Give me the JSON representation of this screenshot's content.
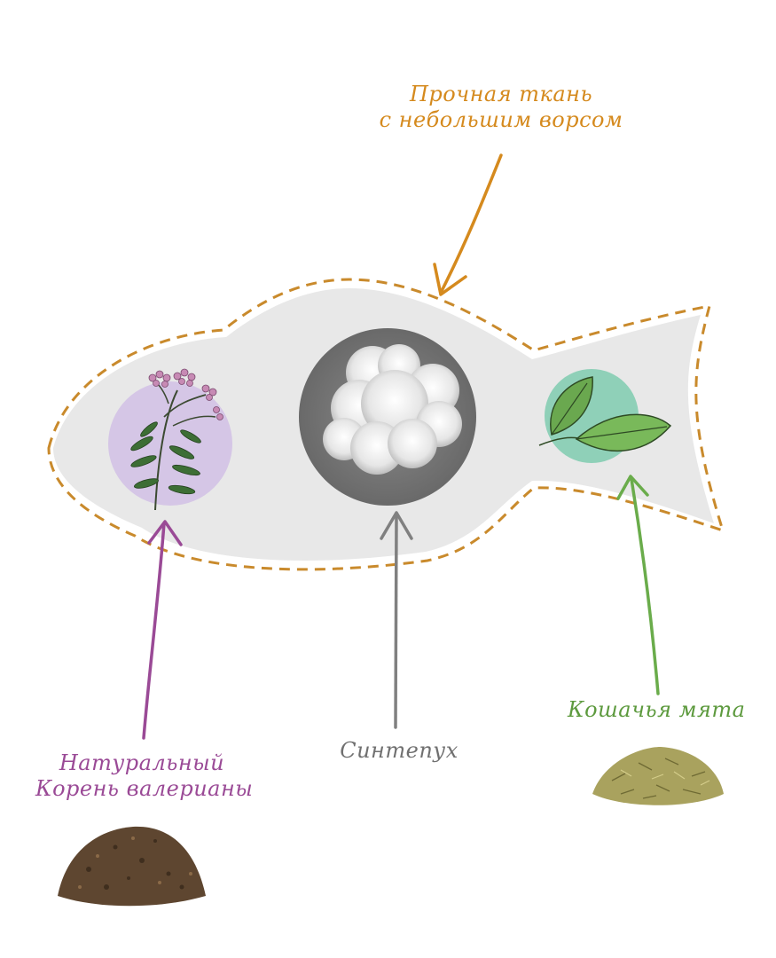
{
  "labels": {
    "fabric": {
      "line1": "Прочная ткань",
      "line2": "с небольшим ворсом",
      "color": "#d58a1e"
    },
    "valerian": {
      "line1": "Натуральный",
      "line2": "Корень валерианы",
      "color": "#9a4a96"
    },
    "filler": {
      "text": "Синтепух",
      "color": "#707070"
    },
    "catnip": {
      "text": "Кошачья мята",
      "color": "#5d9a3e"
    }
  },
  "icons": {
    "fish": "fish-outline-icon",
    "valerian": "valerian-flower-icon",
    "cloud": "cloud-icon",
    "mint": "mint-leaf-icon",
    "valerian_root": "valerian-root-pile-icon",
    "catnip": "dried-catnip-pile-icon"
  },
  "colors": {
    "fish_fill": "#e8e8e8",
    "dash": "#c98a2c",
    "valerian_circle": "#d5c6e6",
    "cloud_circle": "#808080",
    "mint_circle": "#8fd0b8"
  }
}
